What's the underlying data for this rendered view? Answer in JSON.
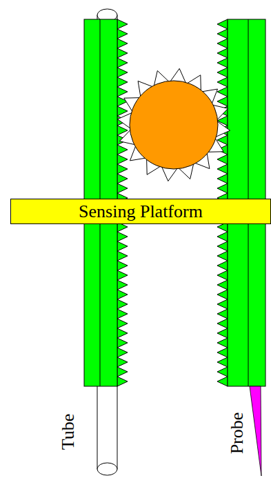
{
  "diagram": {
    "nodes": [
      {
        "text": [
          "Sensing Platform"
        ]
      }
    ],
    "labels": [
      "Tube",
      "Probe"
    ]
  }
}
